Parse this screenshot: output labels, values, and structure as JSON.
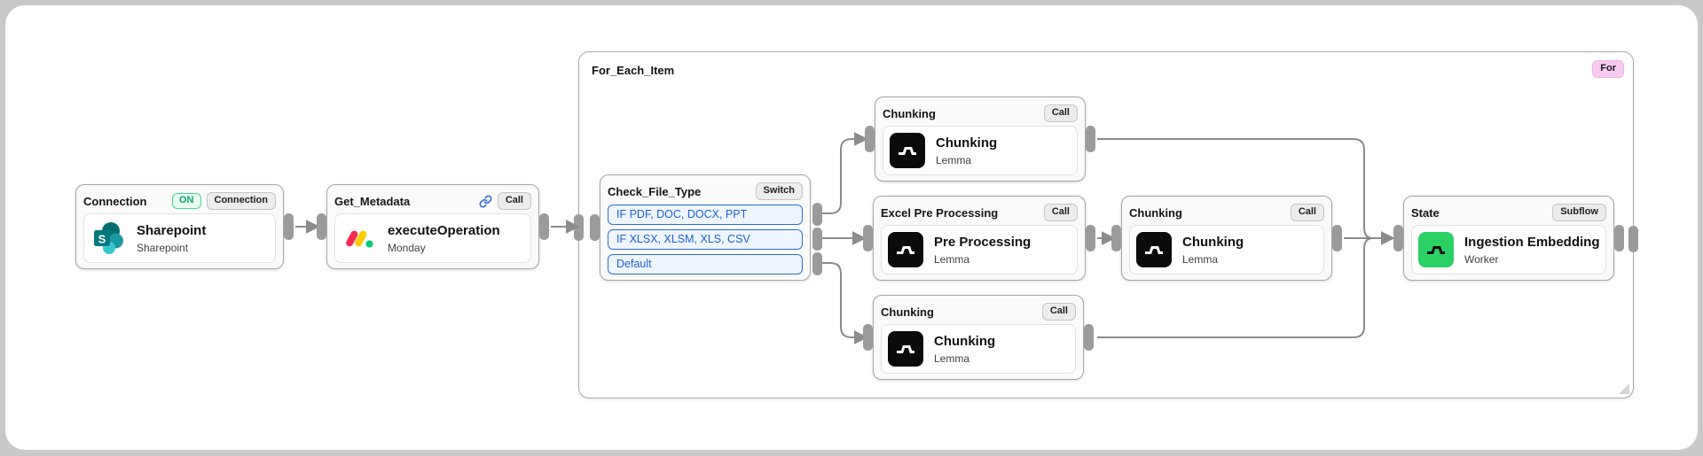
{
  "flow": {
    "connection": {
      "title": "Connection",
      "status_badge": "ON",
      "type_badge": "Connection",
      "task_name": "Sharepoint",
      "task_subtitle": "Sharepoint"
    },
    "get_metadata": {
      "title": "Get_Metadata",
      "type_badge": "Call",
      "task_name": "executeOperation",
      "task_subtitle": "Monday"
    },
    "for_each_item": {
      "title": "For_Each_Item",
      "type_badge": "For"
    },
    "check_file_type": {
      "title": "Check_File_Type",
      "type_badge": "Switch",
      "branches": [
        {
          "label": "IF PDF, DOC, DOCX, PPT"
        },
        {
          "label": "IF XLSX, XLSM, XLS, CSV"
        },
        {
          "label": "Default"
        }
      ]
    },
    "chunking_top": {
      "title": "Chunking",
      "type_badge": "Call",
      "task_name": "Chunking",
      "task_subtitle": "Lemma"
    },
    "excel_pre_processing": {
      "title": "Excel Pre Processing",
      "type_badge": "Call",
      "task_name": "Pre Processing",
      "task_subtitle": "Lemma"
    },
    "chunking_mid": {
      "title": "Chunking",
      "type_badge": "Call",
      "task_name": "Chunking",
      "task_subtitle": "Lemma"
    },
    "chunking_bottom": {
      "title": "Chunking",
      "type_badge": "Call",
      "task_name": "Chunking",
      "task_subtitle": "Lemma"
    },
    "state": {
      "title": "State",
      "type_badge": "Subflow",
      "task_name": "Ingestion Embedding",
      "task_subtitle": "Worker"
    }
  },
  "colors": {
    "page_background": "#c9c9c9",
    "canvas_background": "#ffffff",
    "branch_accent_blue": "#2e6be0",
    "on_badge_green": "#0ea864",
    "for_badge_pink": "#f8c9ef",
    "connector_gray": "#8b8b8b",
    "lemma_icon_black": "#0b0b0b",
    "worker_icon_green": "#2bd164"
  }
}
